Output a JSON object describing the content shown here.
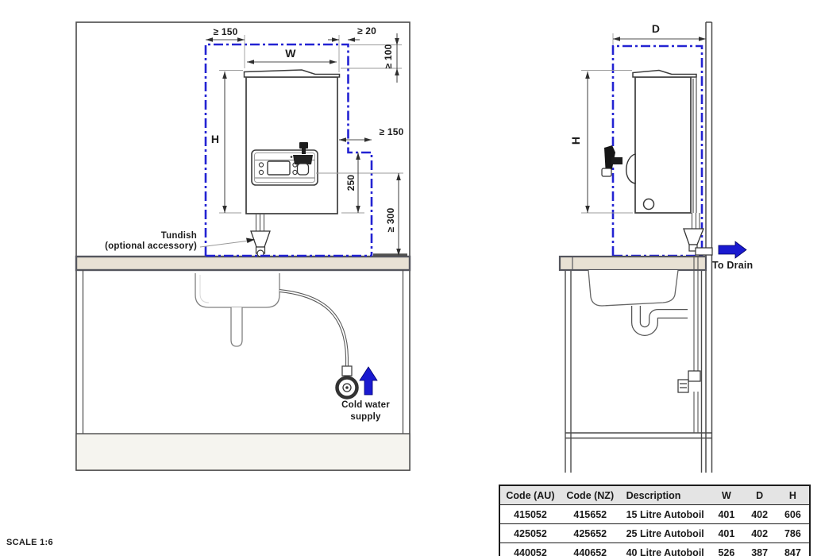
{
  "scale_label": "SCALE 1:6",
  "colors": {
    "accent_blue": "#2222cc",
    "counter_beige": "#e8e1d4",
    "kickplate_gray": "#f5f4ef",
    "line_dark": "#3c3c3c"
  },
  "front_view": {
    "clearance_left": "≥ 150",
    "width_label": "W",
    "clearance_right": "≥ 20",
    "clearance_top": "≥ 100",
    "height_label": "H",
    "clearance_side": "≥ 150",
    "tap_drop": "250",
    "clearance_below": "≥ 300",
    "tundish_line1": "Tundish",
    "tundish_line2": "(optional accessory)",
    "cold_water_line1": "Cold water",
    "cold_water_line2": "supply"
  },
  "side_view": {
    "depth_label": "D",
    "height_label": "H",
    "to_drain_label": "To Drain"
  },
  "spec_table": {
    "headers": [
      "Code (AU)",
      "Code (NZ)",
      "Description",
      "W",
      "D",
      "H"
    ],
    "rows": [
      [
        "415052",
        "415652",
        "15 Litre Autoboil",
        "401",
        "402",
        "606"
      ],
      [
        "425052",
        "425652",
        "25 Litre Autoboil",
        "401",
        "402",
        "786"
      ],
      [
        "440052",
        "440652",
        "40 Litre Autoboil",
        "526",
        "387",
        "847"
      ]
    ]
  }
}
